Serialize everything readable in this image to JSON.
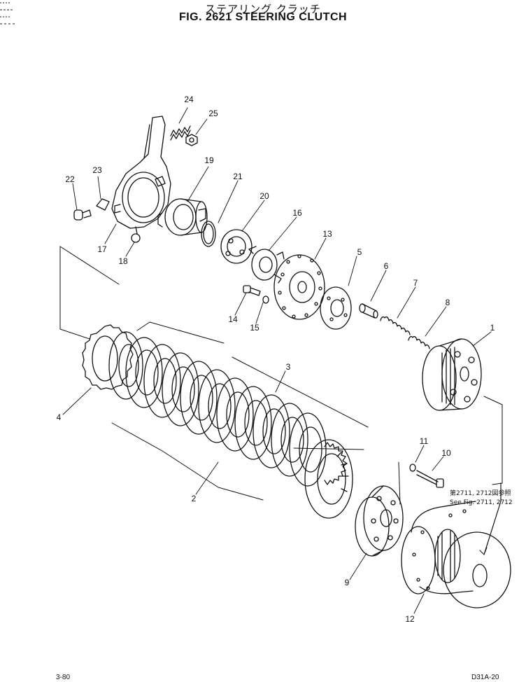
{
  "header": {
    "title_jp": "ステアリング クラッチ",
    "title_en": "FIG. 2621 STEERING CLUTCH"
  },
  "callouts": [
    "1",
    "2",
    "3",
    "4",
    "5",
    "6",
    "7",
    "8",
    "9",
    "10",
    "11",
    "12",
    "13",
    "14",
    "15",
    "16",
    "17",
    "18",
    "19",
    "20",
    "21",
    "22",
    "23",
    "24",
    "25"
  ],
  "note": {
    "line1": "第2711, 2712図参照",
    "line2": "See Fig. 2711, 2712"
  },
  "footer": {
    "page": "3-80",
    "code": "D31A-20"
  }
}
